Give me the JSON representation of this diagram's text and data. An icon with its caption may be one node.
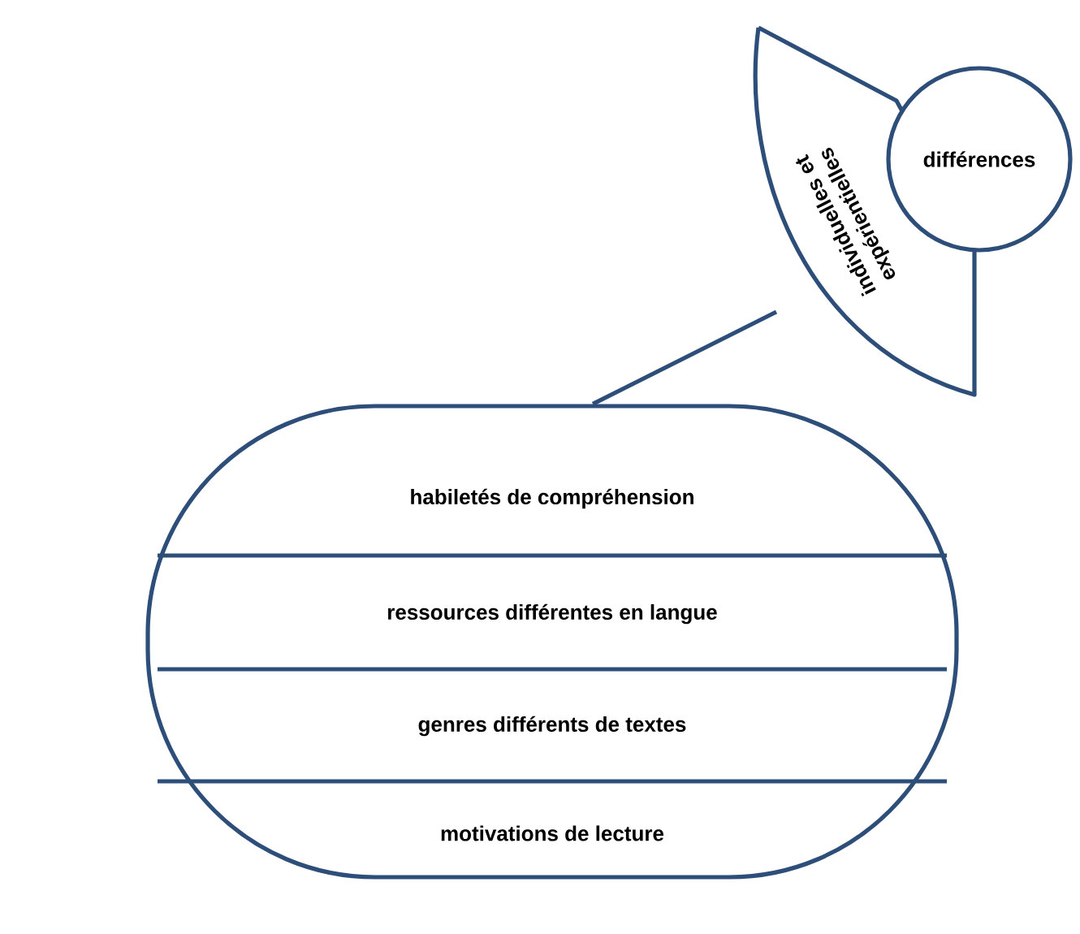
{
  "diagram": {
    "nodes": [
      {
        "text": [
          "différences"
        ]
      },
      {
        "text": [
          "individuelles et expérientielles"
        ]
      },
      {
        "text": [],
        "shape": "box"
      },
      {
        "text": [
          "habiletés de compréhension"
        ],
        "in": 2
      },
      {
        "text": [
          "ressources différentes en  langue"
        ],
        "in": 2
      },
      {
        "text": [
          "genres différents de textes"
        ],
        "in": 2
      },
      {
        "text": [
          "motivations de lecture"
        ],
        "in": 2
      }
    ],
    "edges": [
      {
        "from": 2,
        "to": 1,
        "arrow": "none"
      }
    ]
  }
}
